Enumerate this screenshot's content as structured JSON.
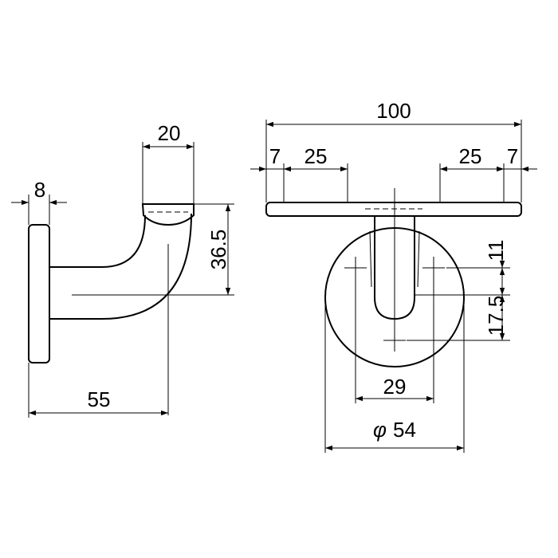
{
  "side_view": {
    "flange_thickness": "8",
    "cup_width": "20",
    "cup_height": "36.5",
    "projection": "55"
  },
  "front_view": {
    "total_width": "100",
    "left_edge_offset": "7",
    "left_hole_spacing": "25",
    "right_hole_spacing": "25",
    "right_edge_offset": "7",
    "top_hole_offset": "11",
    "bottom_hole_offset": "17.5",
    "hole_pitch": "29",
    "diameter_symbol": "φ",
    "diameter_value": "54"
  }
}
